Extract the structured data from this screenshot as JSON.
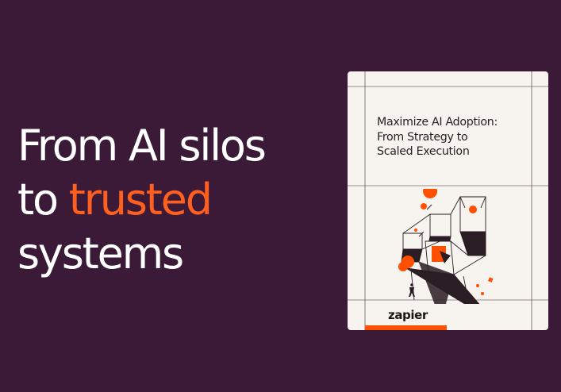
{
  "hero": {
    "line1": "From AI silos",
    "line2_prefix": "to ",
    "line2_accent": "trusted",
    "line3": "systems"
  },
  "ebook": {
    "title_line1": "Maximize AI Adoption:",
    "title_line2": "From Strategy to",
    "title_line3": "Scaled Execution",
    "brand": "zapier"
  },
  "colors": {
    "background": "#3b1a37",
    "accent": "#ff5f1f",
    "cover": "#f7f3ee",
    "brand_orange": "#ff4f00"
  }
}
